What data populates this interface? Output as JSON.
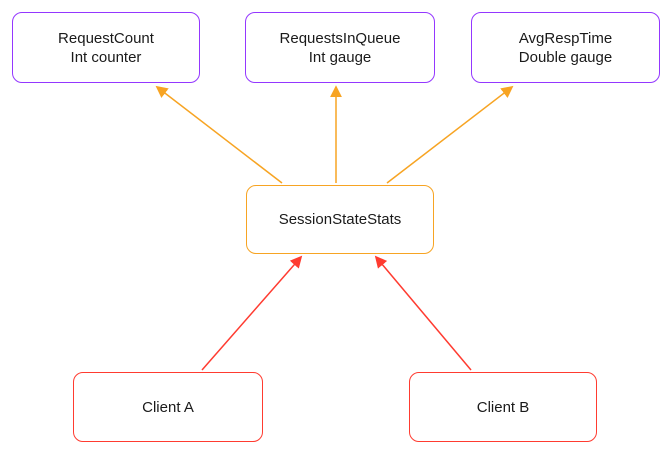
{
  "diagram": {
    "nodes": {
      "request_count": {
        "line1": "RequestCount",
        "line2": "Int counter"
      },
      "requests_in_queue": {
        "line1": "RequestsInQueue",
        "line2": "Int gauge"
      },
      "avg_resp_time": {
        "line1": "AvgRespTime",
        "line2": "Double gauge"
      },
      "session_state_stats": {
        "label": "SessionStateStats"
      },
      "client_a": {
        "label": "Client A"
      },
      "client_b": {
        "label": "Client B"
      }
    },
    "colors": {
      "metric_border": "#9437ff",
      "stats_border": "#f7a423",
      "client_border": "#ff3b30",
      "arrow_metrics": "#f7a423",
      "arrow_clients": "#ff3b30",
      "text": "#1a1a1a",
      "background": "#ffffff"
    }
  }
}
